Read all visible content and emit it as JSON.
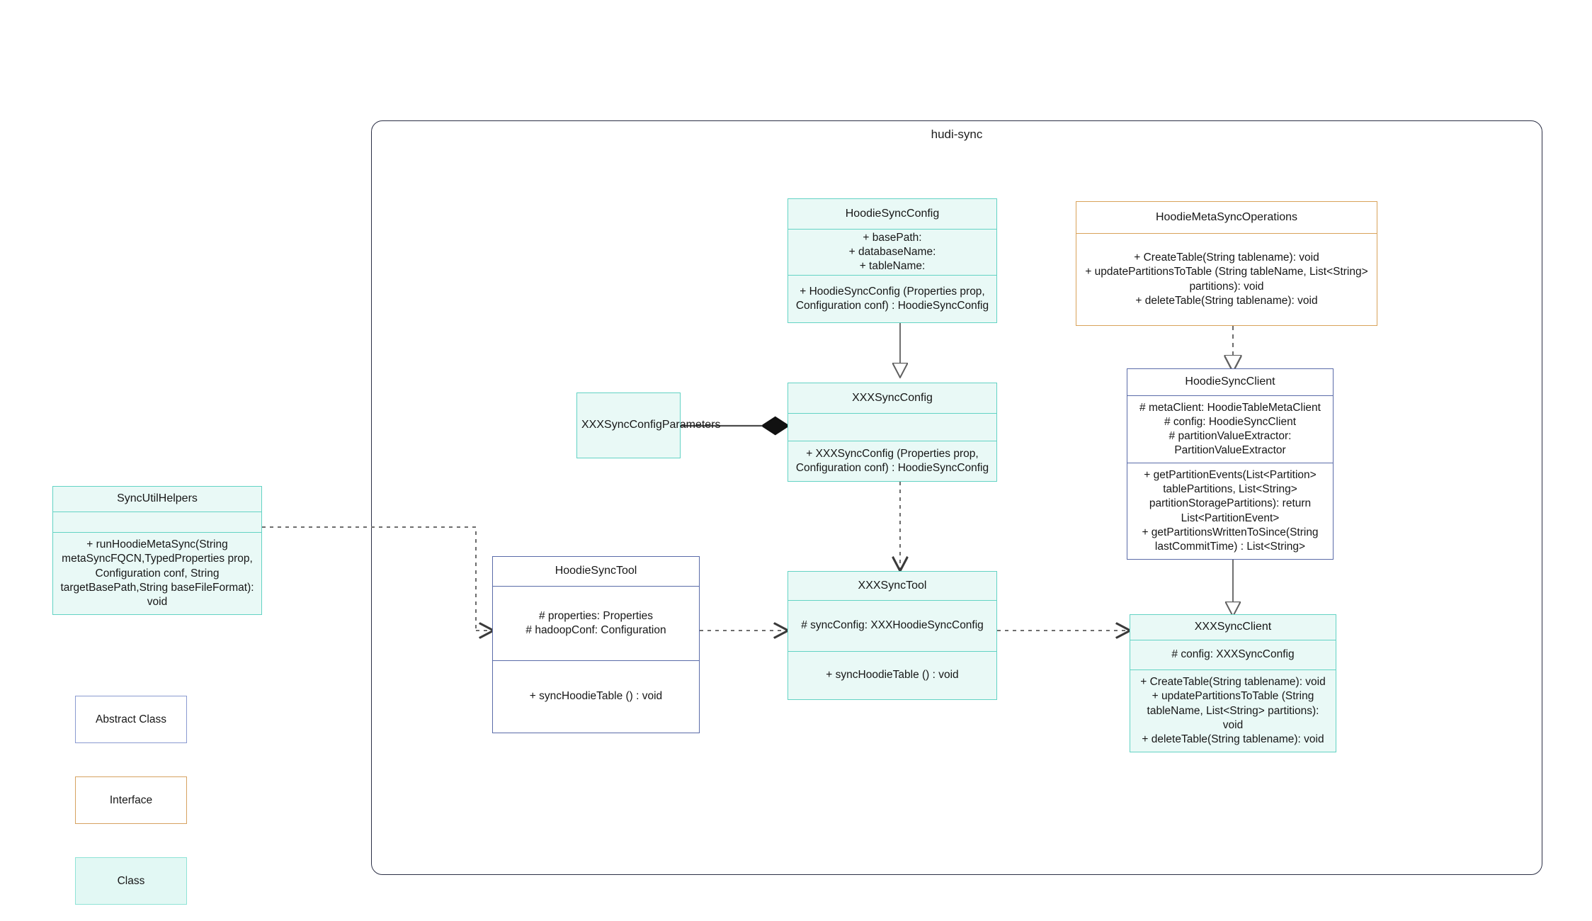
{
  "package": {
    "title": "hudi-sync"
  },
  "classes": {
    "hoodie_sync_config": {
      "name": "HoodieSyncConfig",
      "attributes": "+    basePath:\n+   databaseName:\n+    tableName:",
      "methods": "+   HoodieSyncConfig (Properties prop, Configuration conf) : HoodieSyncConfig"
    },
    "hoodie_meta_sync_operations": {
      "name": "HoodieMetaSyncOperations",
      "methods": "+     CreateTable(String tablename): void\n+   updatePartitionsToTable (String tableName, List<String> partitions): void\n+     deleteTable(String tablename): void"
    },
    "xxx_sync_config": {
      "name": "XXXSyncConfig",
      "attributes": "",
      "methods": "+   XXXSyncConfig (Properties prop, Configuration conf) : HoodieSyncConfig"
    },
    "xxx_sync_config_parameters": {
      "name": "XXXSyncConfigParameters"
    },
    "hoodie_sync_client": {
      "name": "HoodieSyncClient",
      "attributes": "#   metaClient: HoodieTableMetaClient\n#    config: HoodieSyncClient\n#     partitionValueExtractor: PartitionValueExtractor",
      "methods": "+   getPartitionEvents(List<Partition> tablePartitions, List<String> partitionStoragePartitions): return List<PartitionEvent>\n+   getPartitionsWrittenToSince(String lastCommitTime) : List<String>"
    },
    "sync_util_helpers": {
      "name": "SyncUtilHelpers",
      "attributes": "",
      "methods": "+    runHoodieMetaSync(String metaSyncFQCN,TypedProperties prop, Configuration conf, String targetBasePath,String baseFileFormat): void"
    },
    "hoodie_sync_tool": {
      "name": "HoodieSyncTool",
      "attributes": "#   properties: Properties\n#   hadoopConf: Configuration",
      "methods": "+   syncHoodieTable () : void"
    },
    "xxx_sync_tool": {
      "name": "XXXSyncTool",
      "attributes": "#   syncConfig: XXXHoodieSyncConfig",
      "methods": "+   syncHoodieTable () : void"
    },
    "xxx_sync_client": {
      "name": "XXXSyncClient",
      "attributes": "#    config: XXXSyncConfig",
      "methods": "+    CreateTable(String tablename): void\n+    updatePartitionsToTable (String tableName, List<String> partitions): void\n+    deleteTable(String tablename): void"
    }
  },
  "legend": {
    "abstract_class": "Abstract Class",
    "interface": "Interface",
    "class": "Class"
  },
  "colors": {
    "class_fill": "#e9f9f6",
    "class_border": "#63d3c4",
    "abstract_border": "#5a6ba8",
    "interface_border": "#d9a25a",
    "connector": "#5f5f5f",
    "package_border": "#2b2f45"
  }
}
